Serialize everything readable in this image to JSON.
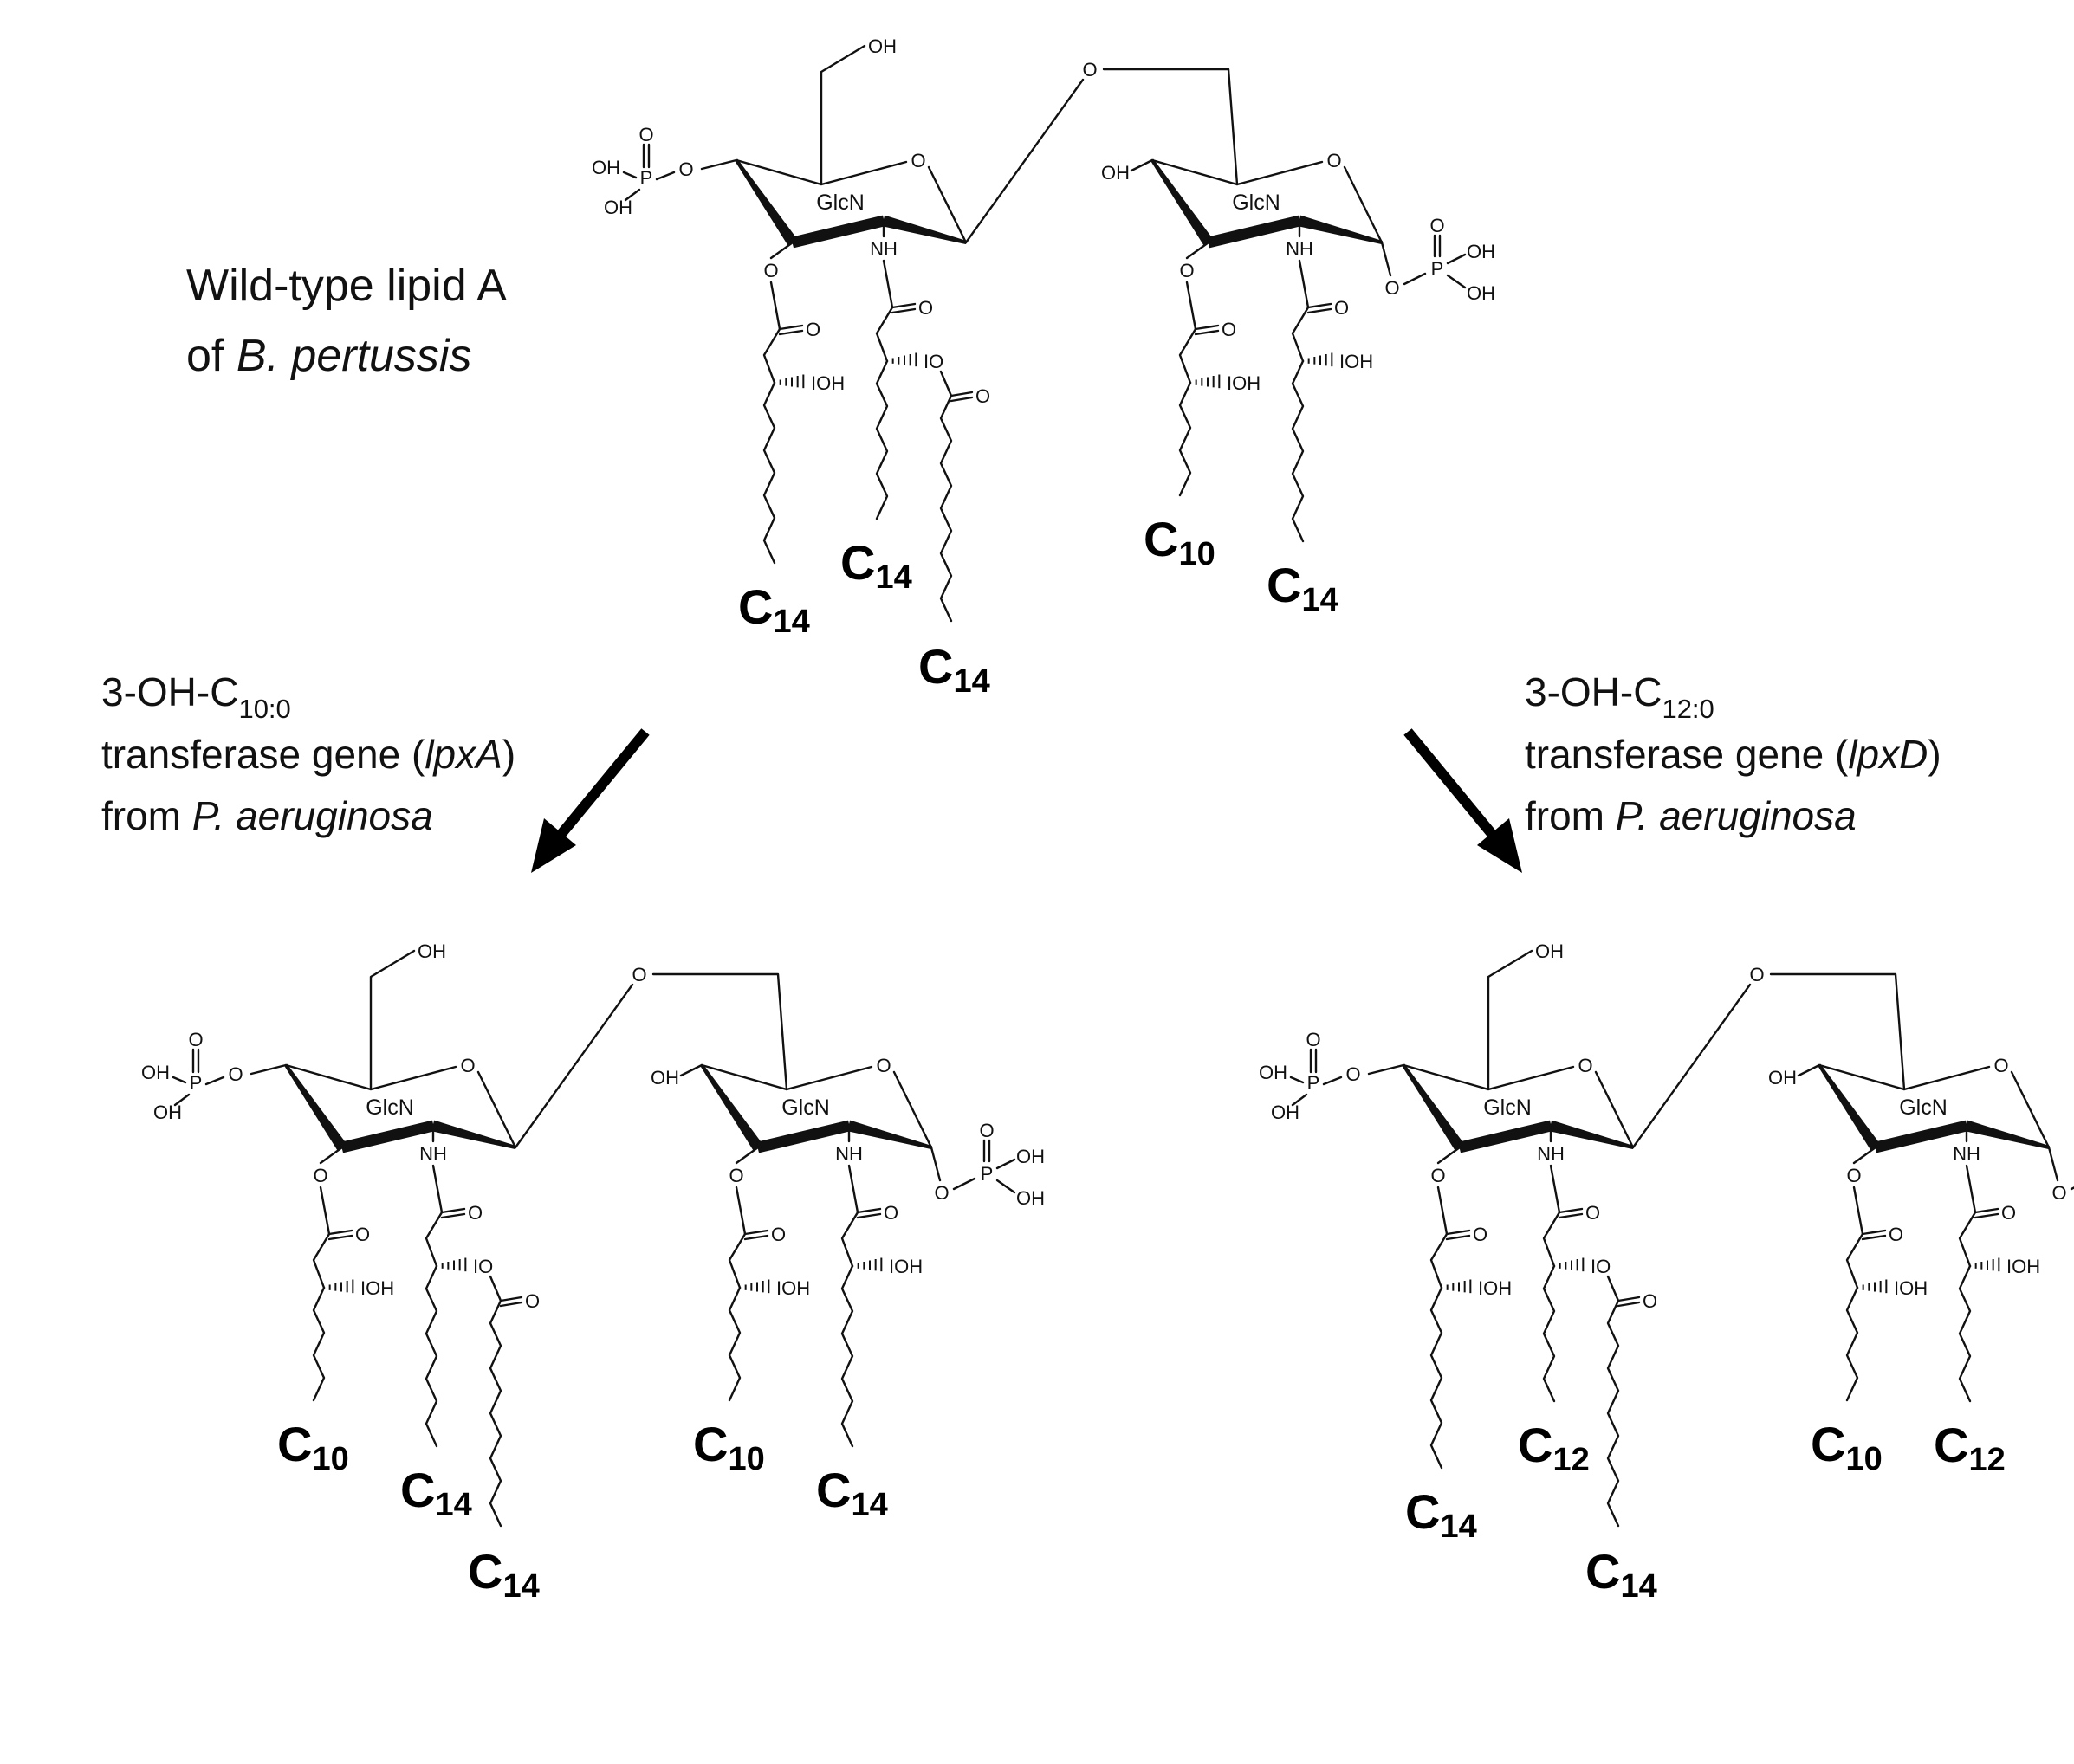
{
  "title": {
    "line1": "Wild-type lipid A",
    "line2_prefix": "of ",
    "line2_italic": "B. pertussis"
  },
  "labels": {
    "ring": "GlcN",
    "oh": "OH",
    "o": "O",
    "p": "P",
    "nh": "NH",
    "ioh": "IOH",
    "io": "IO"
  },
  "mutation_left": {
    "line1_main": "3-OH-C",
    "line1_sub": "10:0",
    "line2_prefix": "transferase gene (",
    "line2_italic": "lpxA",
    "line2_suffix": ")",
    "line3_prefix": "from ",
    "line3_italic": "P. aeruginosa"
  },
  "mutation_right": {
    "line1_main": "3-OH-C",
    "line1_sub": "12:0",
    "line2_prefix": "transferase gene (",
    "line2_italic": "lpxD",
    "line2_suffix": ")",
    "line3_prefix": "from ",
    "line3_italic": "P. aeruginosa"
  },
  "molecules": {
    "wild_type": {
      "c1": "14",
      "c2": "14",
      "c2b": "14",
      "c3": "10",
      "c4": "14"
    },
    "lpxa_mutant": {
      "c1": "10",
      "c2": "14",
      "c2b": "14",
      "c3": "10",
      "c4": "14"
    },
    "lpxd_mutant": {
      "c1": "14",
      "c2": "12",
      "c2b": "14",
      "c3": "10",
      "c4": "12"
    }
  }
}
